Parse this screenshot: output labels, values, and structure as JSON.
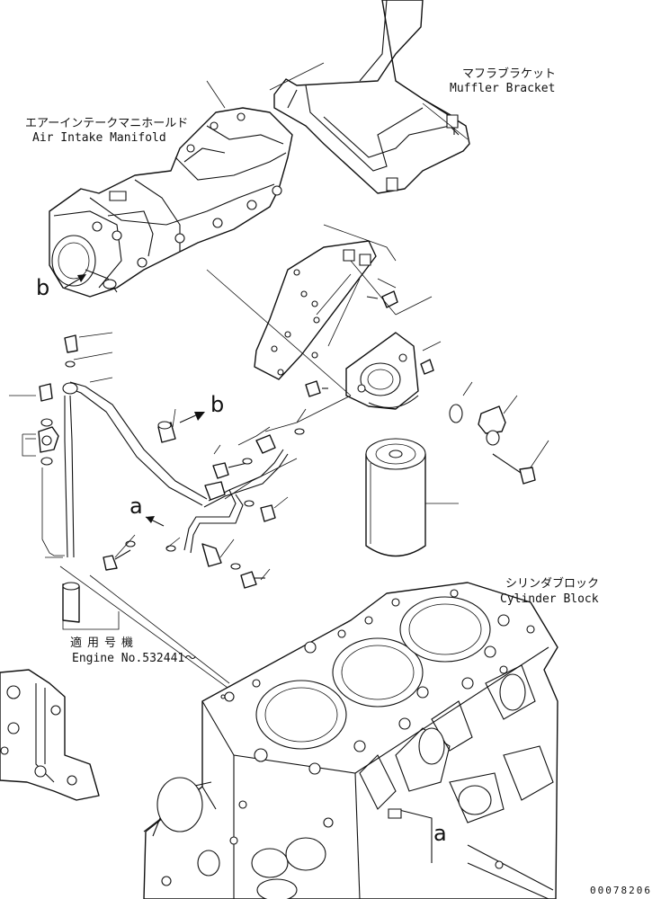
{
  "labels": {
    "muffler_bracket_jp": "マフラブラケット",
    "muffler_bracket_en": "Muffler Bracket",
    "air_intake_jp": "エアーインテークマニホールド",
    "air_intake_en": "Air Intake Manifold",
    "cylinder_block_jp": "シリンダブロック",
    "cylinder_block_en": "Cylinder Block",
    "applicable_jp": "適用号機",
    "engine_no": "Engine No.532441～",
    "view_b_top": "b",
    "view_b_arrow": "b",
    "view_a_left": "a",
    "view_a_bottom": "a",
    "drawing_number": "00078206"
  }
}
